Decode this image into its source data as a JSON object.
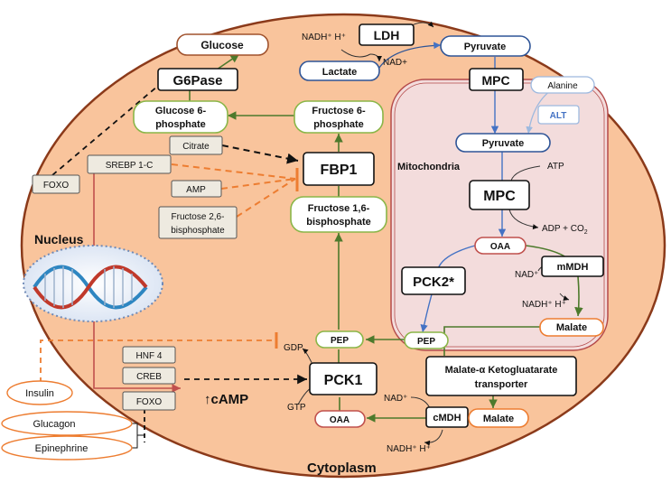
{
  "labels": {
    "glucose": "Glucose",
    "g6pase": "G6Pase",
    "g6p_1": "Glucose 6-",
    "g6p_2": "phosphate",
    "f6p_1": "Fructose 6-",
    "f6p_2": "phosphate",
    "fbp1": "FBP1",
    "f16bp_1": "Fructose 1,6-",
    "f16bp_2": "bisphosphate",
    "ldh": "LDH",
    "nadh_ldh": "NADH⁺ H⁺",
    "nad_ldh": "NAD+",
    "lactate": "Lactate",
    "pyruvate": "Pyruvate",
    "mpc": "MPC",
    "alanine": "Alanine",
    "alt": "ALT",
    "mito_pyruvate": "Pyruvate",
    "mitochondria": "Mitochondria",
    "atp": "ATP",
    "mpc2": "MPC",
    "adp": "ADP + CO",
    "adp_sub": "2",
    "oaa_mito": "OAA",
    "nad_mmdh": "NAD⁺",
    "mmdh": "mMDH",
    "pck2": "PCK2*",
    "nadh_mmdh": "NADH⁺ H⁺",
    "malate_mito": "Malate",
    "pep_mito": "PEP",
    "pep_cyto": "PEP",
    "gdp": "GDP",
    "pck1": "PCK1",
    "gtp": "GTP",
    "oaa_cyto": "OAA",
    "nad_cmdh": "NAD⁺",
    "cmdh": "cMDH",
    "malate_cyto": "Malate",
    "nadh_cmdh": "NADH⁺ H⁺",
    "transporter_1": "Malate-α Ketogluatarate",
    "transporter_2": "transporter",
    "citrate": "Citrate",
    "srebp": "SREBP 1-C",
    "foxo_top": "FOXO",
    "amp": "AMP",
    "f26bp_1": "Fructose 2,6-",
    "f26bp_2": "bisphosphate",
    "nucleus": "Nucleus",
    "hnf4": "HNF 4",
    "creb": "CREB",
    "foxo_bottom": "FOXO",
    "camp": "↑cAMP",
    "insulin": "Insulin",
    "glucagon": "Glucagon",
    "epinephrine": "Epinephrine",
    "cytoplasm": "Cytoplasm"
  },
  "colors": {
    "cytoplasm_fill": "#f9c49c",
    "cytoplasm_stroke": "#8b3a1a",
    "mito_fill": "#f3dcdc",
    "mito_stroke": "#b44a4a",
    "metabolite_green": "#8ab648",
    "metabolite_blue": "#2f5597",
    "hormone_orange": "#ed7d31",
    "arrow_green": "#4d7a2c",
    "arrow_blue": "#4472c4",
    "inhibit_orange": "#ed7d31",
    "nucleus_red": "#c0504d"
  }
}
